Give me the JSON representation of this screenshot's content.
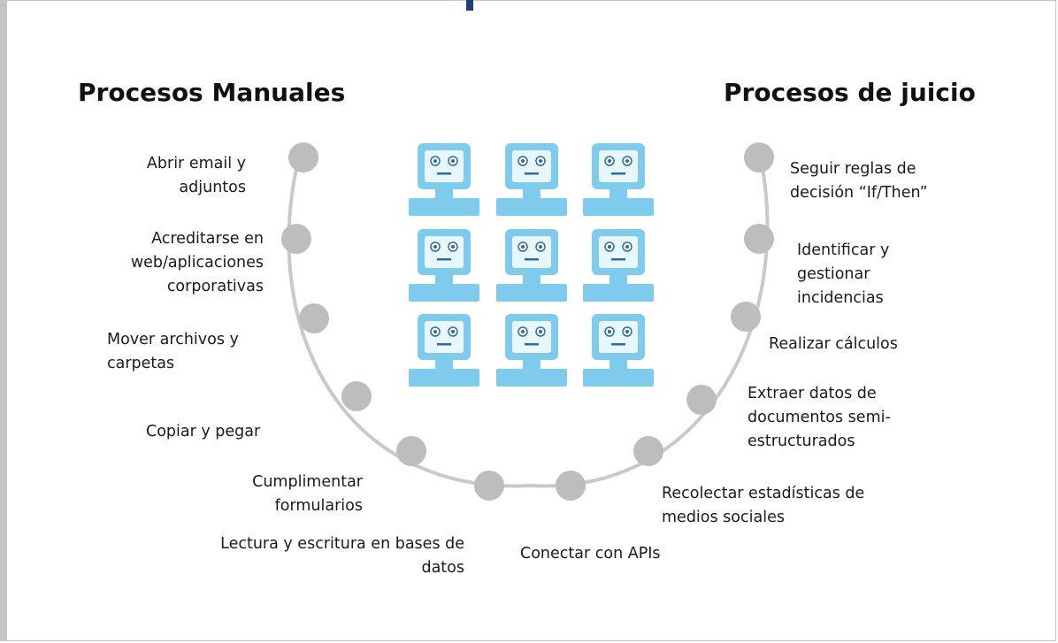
{
  "left_title": "Procesos Manuales",
  "right_title": "Procesos de juicio",
  "left_items": [
    "Abrir email y\nadjuntos",
    "Acreditarse en\nweb/aplicaciones\ncorporativas",
    "Mover archivos y\ncarpetas",
    "Copiar y pegar",
    "Cumplimentar\nformularios",
    "Lectura y escritura en bases de\ndatos"
  ],
  "right_items": [
    "Seguir reglas de\ndecisión “If/Then”",
    "Identificar y\ngestionar\nincidencias",
    "Realizar cálculos",
    "Extraer datos de\ndocumentos semi-\nestructurados",
    "Recolectar estadísticas de\nmedios sociales",
    "Conectar con APIs"
  ],
  "colors": {
    "arc": "#c9c9c9",
    "node": "#bdbdbd",
    "robot": "#7fcbed",
    "robot_dark": "#2a6f9c",
    "accent_bar": "#1f3f7a"
  },
  "icons": {
    "robot": "robot-monitor-icon",
    "node": "process-node-icon"
  },
  "robot_count": 9
}
